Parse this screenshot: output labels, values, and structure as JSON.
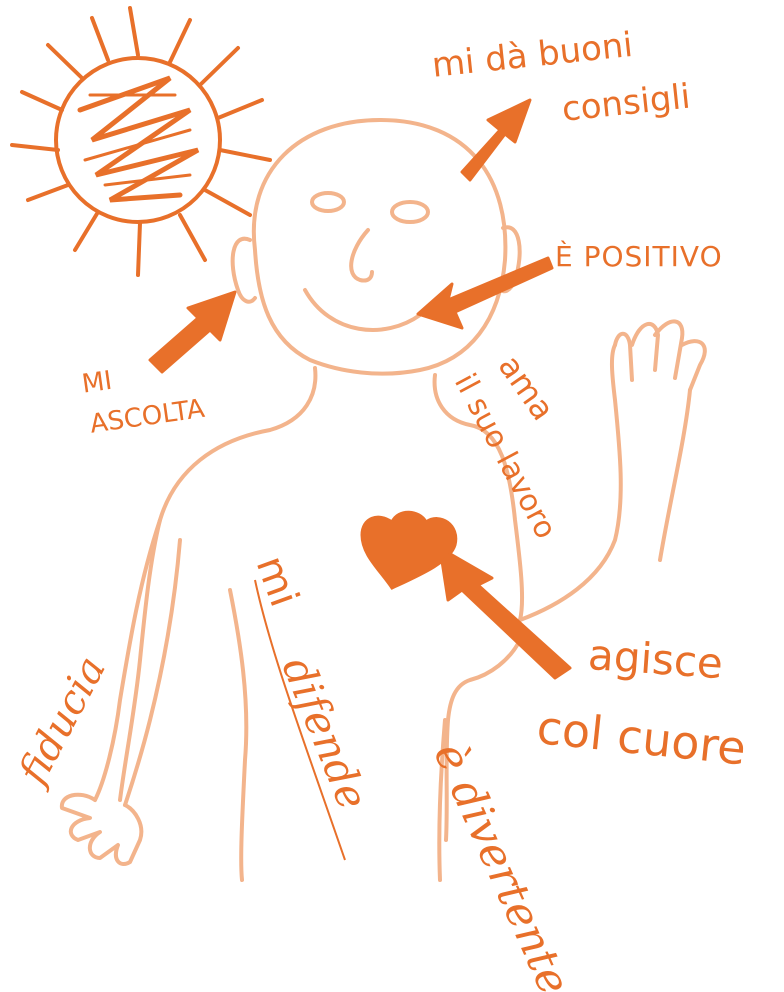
{
  "colors": {
    "accent": "#e8702a",
    "figure": "#f3b48c"
  },
  "labels": {
    "buoni_consigli_line1": "mi dà buoni",
    "buoni_consigli_line2": "consigli",
    "positivo": "È POSITIVO",
    "ascolta_line1": "MI",
    "ascolta_line2": "ASCOLTA",
    "ama_line1": "ama",
    "ama_line2": "il suo lavoro",
    "fiducia": "fiducia",
    "difende_line1": "mi",
    "difende_line2": "difende",
    "cuore_line1": "agisce",
    "cuore_line2": "col cuore",
    "divertente": "è divertente!"
  }
}
